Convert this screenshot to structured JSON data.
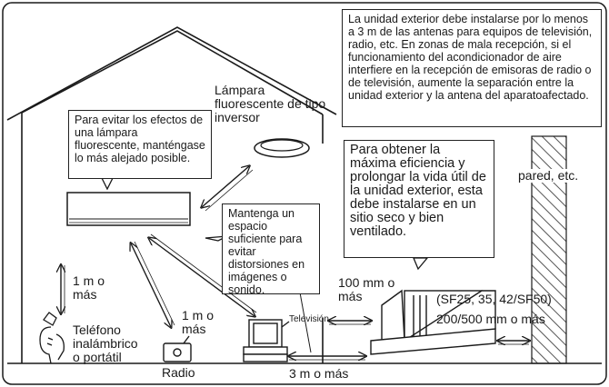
{
  "notes": {
    "outdoor_antenna": "La unidad exterior debe instalarse por lo menos a 3 m de las antenas para equipos de televisión, radio, etc. En zonas de mala recepción, si el funcionamiento del acondicionador de aire interfiere en la recepción de emisoras de radio o de televisión, aumente la separación entre la unidad exterior y la antena del aparatoafectado.",
    "fluorescent_lamp": "Para evitar los efectos de una lámpara fluorescente, manténgase lo más alejado posible.",
    "efficiency": "Para obtener la máxima eficiencia y prolongar la vida útil de la unidad exterior, esta debe instalarse en un sitio seco y bien ventilado.",
    "space": "Mantenga un espacio suficiente para evitar distorsiones en imágenes o sonido."
  },
  "labels": {
    "lamp": "Lámpara fluorescente de tipo inversor",
    "wall": "pared, etc.",
    "dist_1m_phone": "1 m o más",
    "dist_1m_radio": "1 m o más",
    "phone": "Teléfono inalámbrico o portátil",
    "radio": "Radio",
    "tv": "Televisión",
    "dist_3m": "3 m o más",
    "dist_100mm": "100 mm o más",
    "models": "(SF25, 35, 42/SF50)",
    "dist_200_500": "200/500 mm o más"
  },
  "colors": {
    "line": "#1a1a1a",
    "hatch": "#555555"
  },
  "icons": [
    "fluorescent-lamp-icon",
    "indoor-unit-icon",
    "outdoor-unit-icon",
    "television-icon",
    "radio-icon",
    "phone-user-icon",
    "double-arrow-icon",
    "wall-hatch-icon"
  ]
}
